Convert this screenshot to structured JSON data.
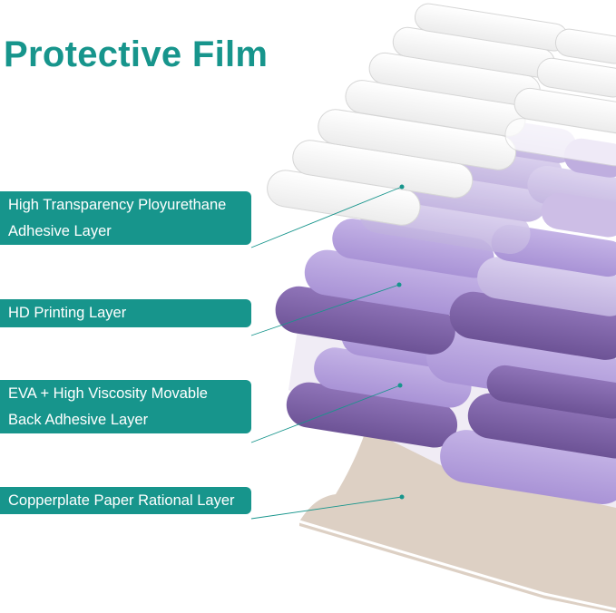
{
  "title": "Protective Film",
  "colors": {
    "accent": "#17958c",
    "film": "#f7f7f7",
    "print_light": "#b9a6dc",
    "print_mid": "#a68ed4",
    "print_dark": "#7d61a8",
    "eva": "#f2eef7",
    "paper": "#ddd0c4"
  },
  "labels": [
    {
      "line1": "High Transparency Ployurethane",
      "line2": "Adhesive Layer"
    },
    {
      "line1": "HD Printing Layer",
      "line2": ""
    },
    {
      "line1": "EVA + High Viscosity Movable",
      "line2": "Back Adhesive Layer"
    },
    {
      "line1": "Copperplate Paper Rational Layer",
      "line2": ""
    }
  ]
}
